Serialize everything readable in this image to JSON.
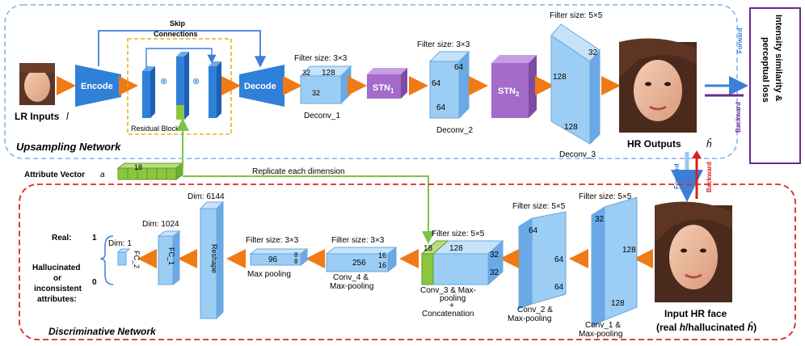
{
  "upsampling": {
    "network_label": "Upsampling Network",
    "lr_input": "LR Inputs",
    "lr_input_symbol": "l",
    "encode": "Encode",
    "decode": "Decode",
    "skip_connections_1": "Skip",
    "skip_connections_2": "Connections",
    "residual_block": "Residual Block",
    "deconv1": {
      "filter": "Filter size: 3×3",
      "dims": [
        "128",
        "32",
        "32"
      ],
      "label": "Deconv_1"
    },
    "stn1": "STN",
    "stn1_sub": "1",
    "deconv2": {
      "filter": "Filter size: 3×3",
      "dims": [
        "64",
        "64",
        "64"
      ],
      "label": "Deconv_2"
    },
    "stn2": "STN",
    "stn2_sub": "2",
    "deconv3": {
      "filter": "Filter size: 5×5",
      "dims": [
        "32",
        "128",
        "128"
      ],
      "label": "Deconv_3"
    },
    "hr_outputs": "HR Outputs",
    "hr_outputs_symbol": "ĥ"
  },
  "loss": {
    "line1": "Intensity similarity &",
    "line2": "perceptual loss"
  },
  "arrows": {
    "forward": "Forward",
    "backward": "Backward"
  },
  "attribute": {
    "label": "Attribute Vector",
    "symbol": "a",
    "size": "18",
    "replicate": "Replicate each dimension"
  },
  "discriminative": {
    "network_label": "Discriminative Network",
    "input_label": "Input HR face",
    "input_sub_1": "(real ",
    "input_sub_h": "h",
    "input_sub_2": "/hallucinated ",
    "input_sub_hh": "ĥ",
    "input_sub_3": ")",
    "conv1": {
      "filter": "Filter size: 5×5",
      "dims": [
        "32",
        "128",
        "128"
      ],
      "label_1": "Conv_1 &",
      "label_2": "Max-pooling"
    },
    "conv2": {
      "filter": "Filter size: 5×5",
      "dims": [
        "64",
        "64",
        "64"
      ],
      "label_1": "Conv_2 &",
      "label_2": "Max-pooling"
    },
    "conv3": {
      "filter": "Filter size: 5×5",
      "dims": [
        "18",
        "128",
        "32",
        "32"
      ],
      "label_1": "Conv_3 & Max-",
      "label_2": "pooling",
      "label_3": "+",
      "label_4": "Concatenation"
    },
    "conv4": {
      "filter": "Filter size: 3×3",
      "dims": [
        "256",
        "16",
        "16"
      ],
      "label_1": "Conv_4 &",
      "label_2": "Max-pooling"
    },
    "pool": {
      "filter": "Filter size: 3×3",
      "dims": [
        "96",
        "8",
        "8"
      ],
      "label": "Max pooling"
    },
    "reshape": {
      "dim": "Dim: 6144",
      "label": "Reshape"
    },
    "fc1": {
      "dim": "Dim: 1024",
      "label": "FC_1"
    },
    "fc2": {
      "dim": "Dim: 1",
      "label": "FC_2"
    },
    "out_real": "Real:",
    "out_real_val": "1",
    "out_fake_1": "Hallucinated",
    "out_fake_2": "or",
    "out_fake_3": "inconsistent",
    "out_fake_4": "attributes:",
    "out_fake_val": "0"
  }
}
